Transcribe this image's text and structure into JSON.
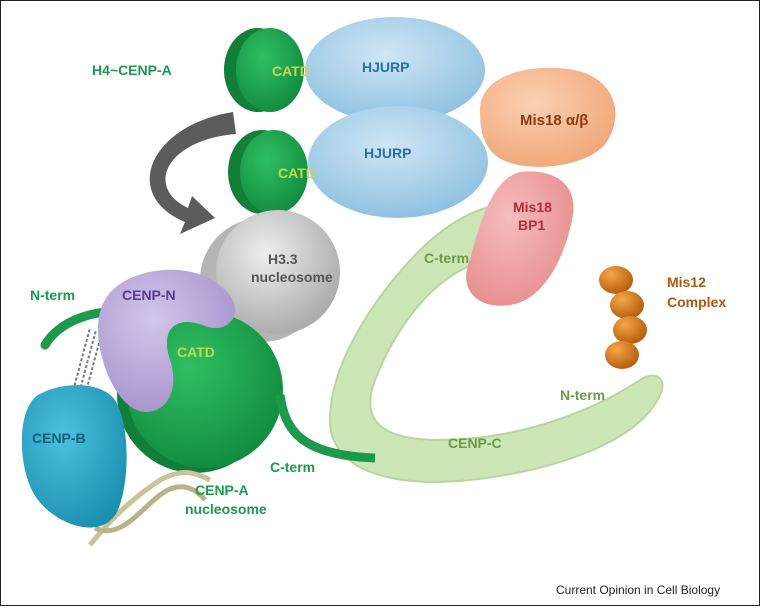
{
  "labels": {
    "h4_cenpa": "H4~CENP-A",
    "catd_top": "CATD",
    "hjurp_top": "HJURP",
    "catd_mid": "CATD",
    "hjurp_mid": "HJURP",
    "mis18ab": "Mis18 α/β",
    "mis18bp1_line1": "Mis18",
    "mis18bp1_line2": "BP1",
    "h33_line1": "H3.3",
    "h33_line2": "nucleosome",
    "nterm_left": "N-term",
    "cenp_n": "CENP-N",
    "catd_nuc": "CATD",
    "cenp_b": "CENP-B",
    "cterm_green": "C-term",
    "cenpa_line1": "CENP-A",
    "cenpa_line2": "nucleosome",
    "cterm_c": "C-term",
    "mis12_line1": "Mis12",
    "mis12_line2": "Complex",
    "nterm_c": "N-term",
    "cenp_c": "CENP-C"
  },
  "caption": "Current Opinion in Cell Biology",
  "colors": {
    "cenpa_green": "#1a9a4a",
    "hjurp_blue": "#9ccbe6",
    "mis18_orange": "#f6b48c",
    "mis18bp1_pink": "#ee9b9b",
    "cenpc_lightgreen": "#cde6b6",
    "cenpn_purple": "#b9a7d8",
    "cenpb_teal": "#2aa9c9",
    "mis12_orange": "#e0821c",
    "h33_gray": "#c8c8c8",
    "arrow_gray": "#5c5c5c"
  }
}
